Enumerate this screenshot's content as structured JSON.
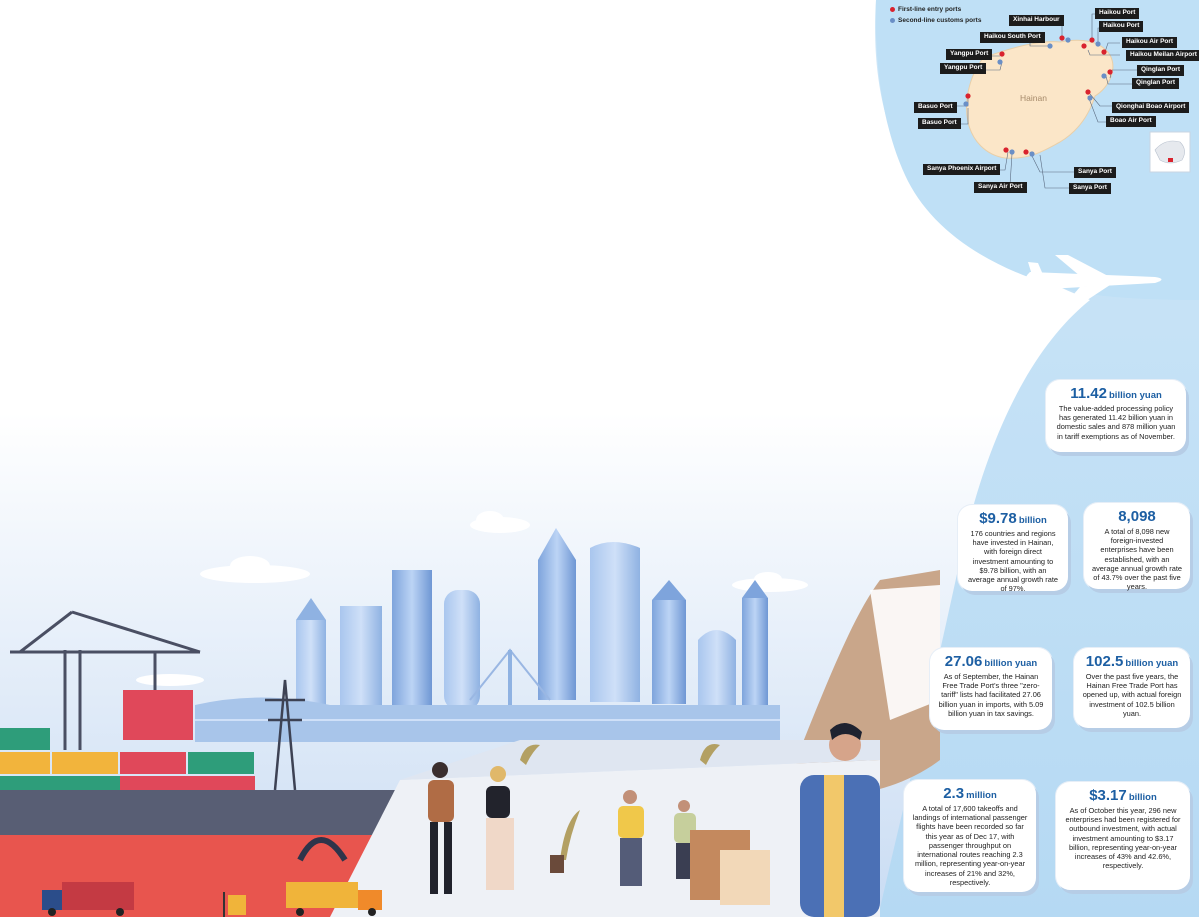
{
  "map": {
    "legend": {
      "first_line": "First-line entry ports",
      "second_line": "Second-line customs ports",
      "first_color": "#d9232e",
      "second_color": "#6a8fc6"
    },
    "island_name": "Hainan",
    "ports": [
      "Haikou Port",
      "Haikou Port",
      "Xinhai Harbour",
      "Haikou South Port",
      "Haikou Air Port",
      "Haikou Meilan Airport",
      "Yangpu Port",
      "Yangpu Port",
      "Qinglan Port",
      "Qinglan Port",
      "Basuo Port",
      "Basuo Port",
      "Qionghai Boao Airport",
      "Boao Air Port",
      "Sanya Phoenix Airport",
      "Sanya Air Port",
      "Sanya Port",
      "Sanya Port"
    ]
  },
  "stats": [
    {
      "value": "11.42",
      "unit": "billion yuan",
      "text": "The value-added processing policy has generated 11.42 billion yuan in domestic sales and 878 million yuan in tariff exemptions as of November."
    },
    {
      "value": "$9.78",
      "unit": "billion",
      "text": "176 countries and regions have invested in Hainan, with foreign direct investment amounting to $9.78 billion, with an average annual growth rate of 97%."
    },
    {
      "value": "8,098",
      "unit": "",
      "text": "A total of 8,098 new foreign-invested enterprises have been established, with an average annual growth rate of 43.7% over the past five years."
    },
    {
      "value": "27.06",
      "unit": "billion yuan",
      "text": "As of September, the Hainan Free Trade Port's three \"zero-tariff\" lists had facilitated 27.06 billion yuan in imports, with 5.09 billion yuan in tax savings."
    },
    {
      "value": "102.5",
      "unit": "billion yuan",
      "text": "Over the past five years, the Hainan Free Trade Port has opened up, with actual foreign investment of 102.5 billion yuan."
    },
    {
      "value": "2.3",
      "unit": "million",
      "text": "A total of 17,600 takeoffs and landings of international passenger flights have been recorded so far this year as of Dec 17, with passenger throughput on international routes reaching 2.3 million, representing year-on-year increases of 21% and 32%, respectively."
    },
    {
      "value": "$3.17",
      "unit": "billion",
      "text": "As of October this year, 296 new enterprises had been registered for outbound investment, with actual investment amounting to $3.17 billion, representing year-on-year increases of 43% and 42.6%, respectively."
    }
  ],
  "colors": {
    "sea": "#bfe0f6",
    "island": "#fbe6c8",
    "accent": "#1d5fa3",
    "ship_red": "#e8554e"
  }
}
